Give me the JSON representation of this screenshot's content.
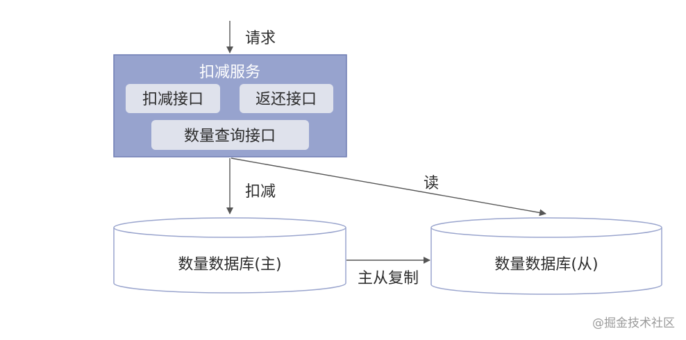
{
  "diagram": {
    "arrow_request_label": "请求",
    "service": {
      "title": "扣减服务",
      "interface_deduct": "扣减接口",
      "interface_return": "返还接口",
      "interface_query": "数量查询接口"
    },
    "arrow_deduct_label": "扣减",
    "arrow_read_label": "读",
    "db_master_label": "数量数据库(主)",
    "db_slave_label": "数量数据库(从)",
    "replication_label": "主从复制"
  },
  "watermark": "@掘金技术社区",
  "colors": {
    "service_fill": "#97a3ce",
    "service_border": "#6f7db3",
    "interface_fill": "#dfe2ec",
    "db_border": "#99a4cd",
    "arrow": "#555555"
  }
}
